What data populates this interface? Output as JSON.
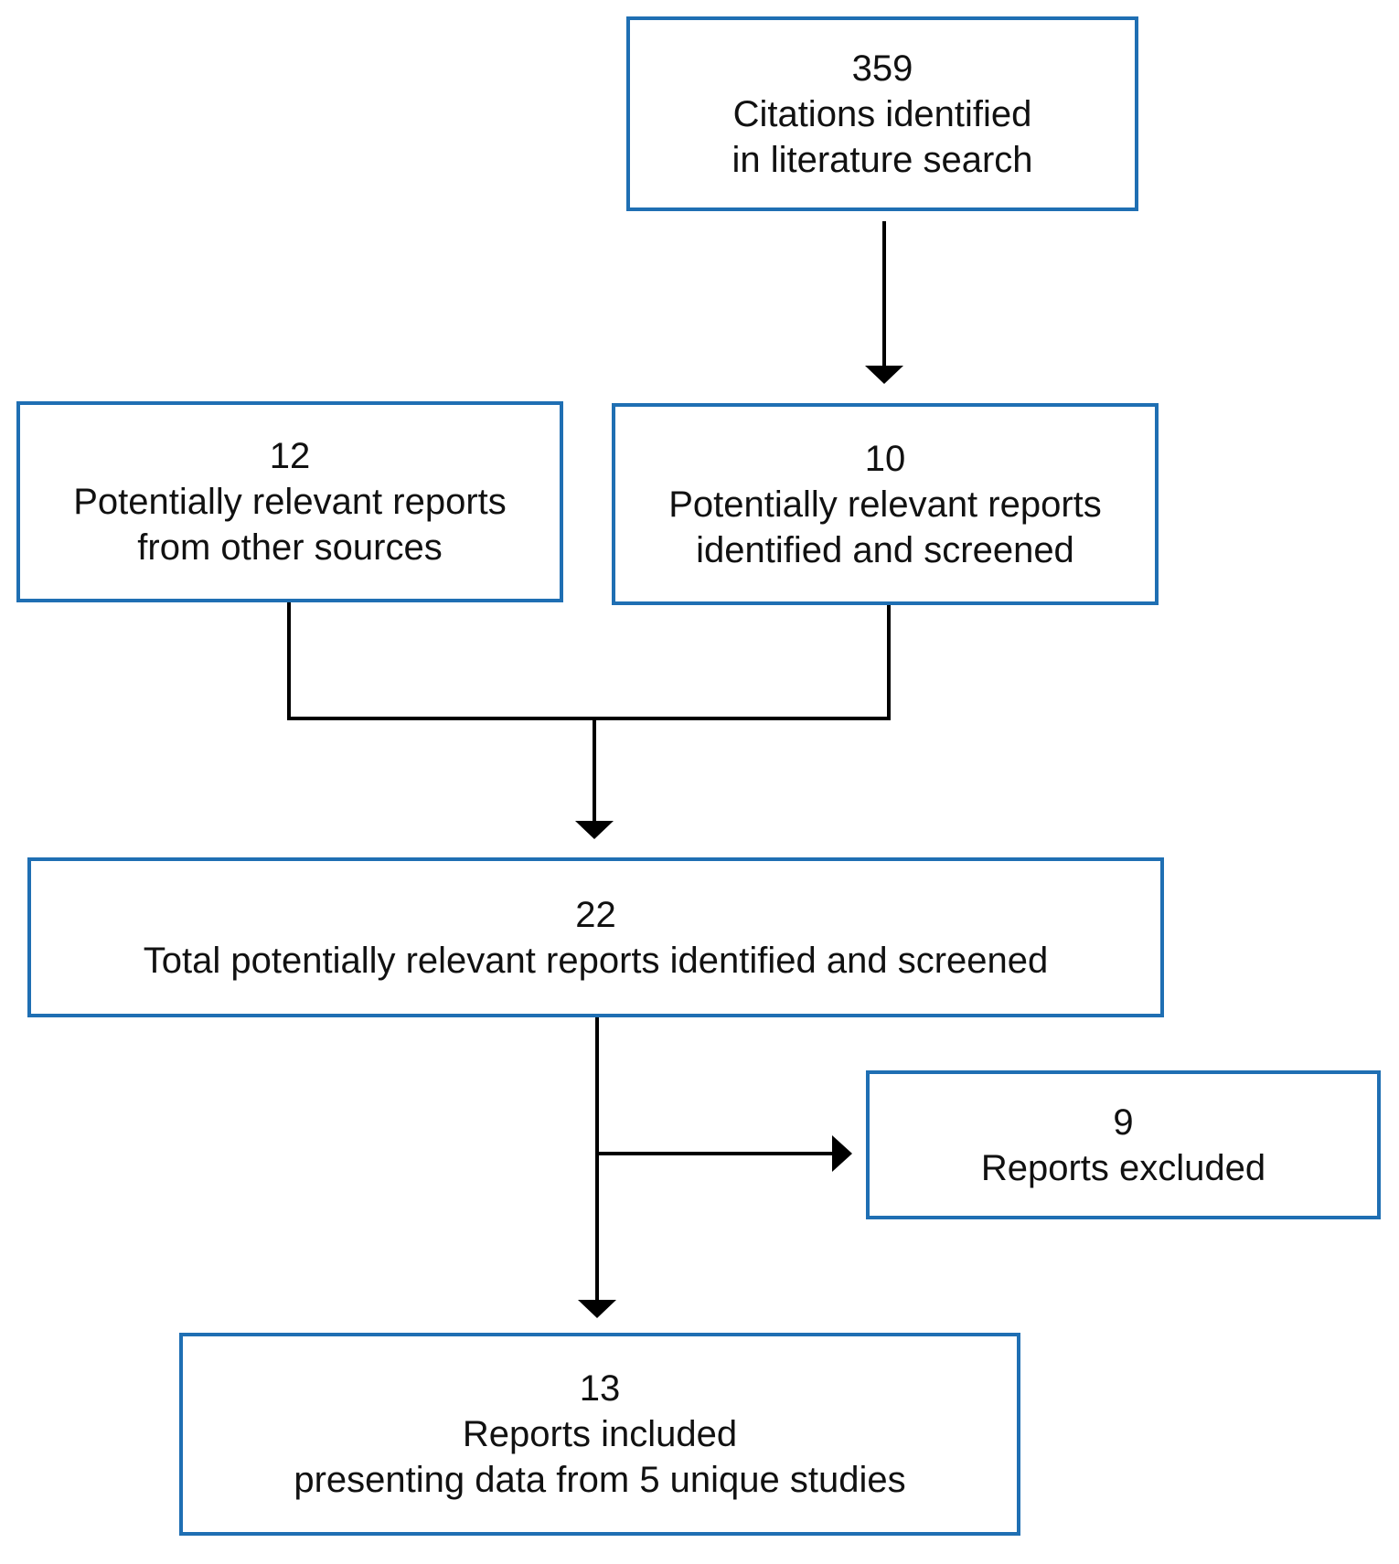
{
  "nodes": {
    "citations": {
      "count": "359",
      "lines": [
        "Citations identified",
        "in literature search"
      ]
    },
    "other_sources": {
      "count": "12",
      "lines": [
        "Potentially relevant reports",
        "from other sources"
      ]
    },
    "screened": {
      "count": "10",
      "lines": [
        "Potentially relevant reports",
        "identified and screened"
      ]
    },
    "total": {
      "count": "22",
      "lines": [
        "Total potentially relevant reports identified and screened"
      ]
    },
    "excluded": {
      "count": "9",
      "lines": [
        "Reports excluded"
      ]
    },
    "included": {
      "count": "13",
      "lines": [
        "Reports included",
        "presenting data from 5 unique studies"
      ]
    }
  },
  "colors": {
    "box_border": "#1f6fb3",
    "connector": "#000000",
    "text": "#111111"
  }
}
